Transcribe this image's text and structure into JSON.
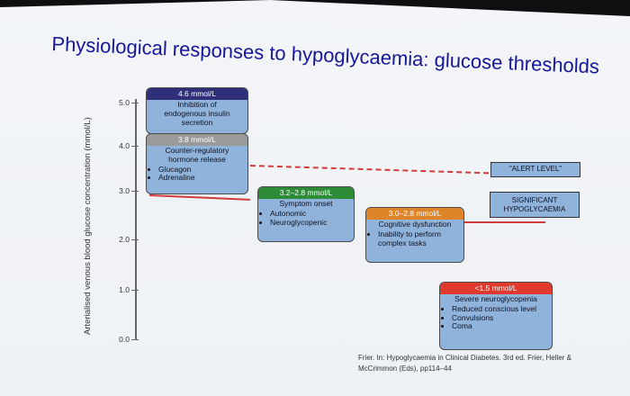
{
  "slide": {
    "title": "Physiological responses to hypoglycaemia: glucose thresholds",
    "yaxis_title": "Arterialised venous blood glucose concentration (mmol/L)",
    "ticks": [
      {
        "label": "5.0",
        "value": 5.0
      },
      {
        "label": "4.0",
        "value": 4.0
      },
      {
        "label": "3.0",
        "value": 3.0
      },
      {
        "label": "2.0",
        "value": 2.0
      },
      {
        "label": "1.0",
        "value": 1.0
      },
      {
        "label": "0.0",
        "value": 0.0
      }
    ],
    "boxes": {
      "b1": {
        "header": "4.6 mmol/L",
        "line1": "Inhibition of",
        "line2": "endogenous insulin",
        "line3": "secretion"
      },
      "b2": {
        "header": "3.8 mmol/L",
        "line1": "Counter-regulatory",
        "line2": "hormone release",
        "bullets": [
          "Glucagon",
          "Adrenaline"
        ]
      },
      "b3": {
        "header": "3.2–2.8 mmol/L",
        "line1": "Symptom onset",
        "bullets": [
          "Autonomic",
          "Neuroglycopenic"
        ]
      },
      "b4": {
        "header": "3.0–2.8 mmol/L",
        "line1": "Cognitive dysfunction",
        "bullets": [
          "Inability to perform complex tasks"
        ]
      },
      "b5": {
        "header": "<1.5 mmol/L",
        "line1": "Severe neuroglycopenia",
        "bullets": [
          "Reduced conscious level",
          "Convulsions",
          "Coma"
        ]
      }
    },
    "alert_level": "\"ALERT LEVEL\"",
    "significant_line1": "SIGNIFICANT",
    "significant_line2": "HYPOGLYCAEMIA",
    "citation_line1": "Frier. In: Hypoglycaemia in Clinical Diabetes. 3rd ed. Frier, Heller &",
    "citation_line2": "McCrimmon (Eds), pp114–44",
    "colors": {
      "title": "#17179b",
      "box_fill": "#8fb3da",
      "threshold_line": "#d23c3c",
      "b1_header": "#2f2f7a",
      "b2_header": "#9a9a9a",
      "b3_header": "#2e8b38",
      "b4_header": "#e0842a",
      "b5_header": "#e03a2e"
    }
  }
}
